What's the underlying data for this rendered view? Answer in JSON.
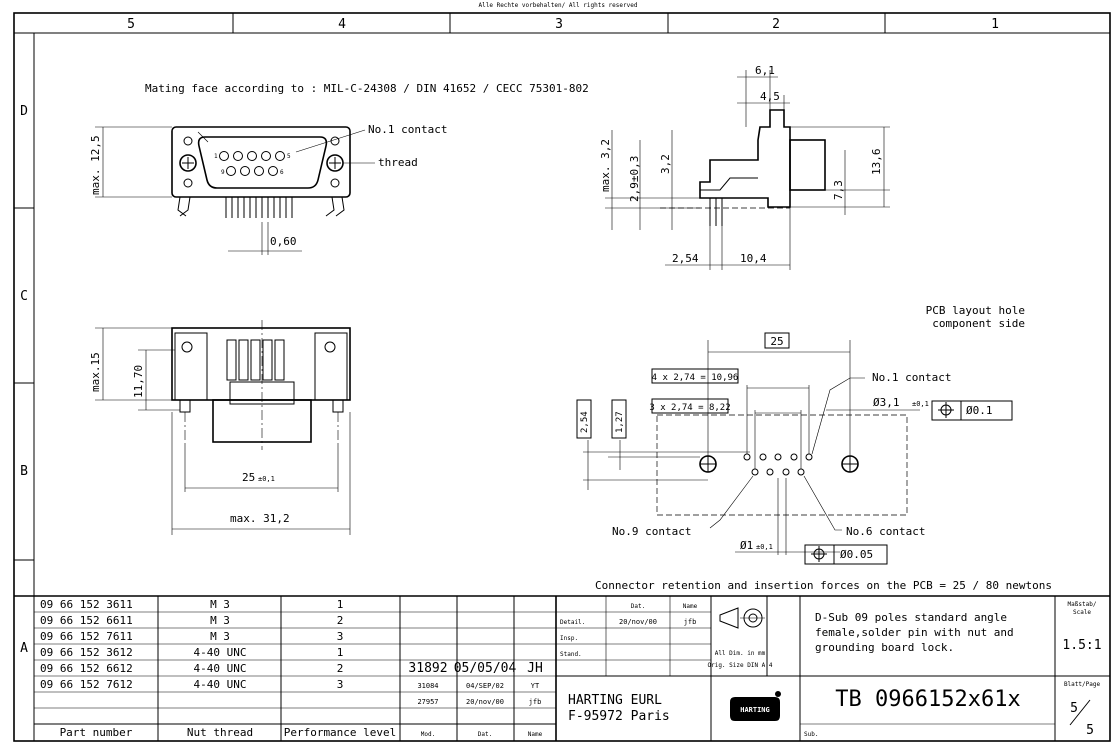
{
  "header": {
    "rights": "Alle Rechte vorbehalten/ All rights reserved",
    "zones_top": [
      "5",
      "4",
      "3",
      "2",
      "1"
    ],
    "zones_side": [
      "D",
      "C",
      "B",
      "A"
    ]
  },
  "annotations": {
    "mating_face": "Mating face according to : MIL-C-24308 / DIN 41652 / CECC 75301-802",
    "no1_contact_front": "No.1 contact",
    "thread": "thread",
    "pcb_layout": "PCB layout hole",
    "component_side": "component side",
    "no1_contact_pcb": "No.1 contact",
    "no9_contact": "No.9 contact",
    "no6_contact": "No.6 contact",
    "retention_note": "Connector retention and insertion forces on the PCB = 25 / 80 newtons",
    "pin_label_1": "1",
    "pin_label_5": "5",
    "pin_label_9": "9",
    "pin_label_6": "6"
  },
  "dimensions": {
    "max_12_5": "max. 12,5",
    "d_0_60": "0,60",
    "max_15": "max.15",
    "d_11_70": "11,70",
    "d_25_tol": "25",
    "tol_01": "±0,1",
    "max_31_2": "max. 31,2",
    "d_6_1": "6,1",
    "d_4_5": "4,5",
    "max_3_2": "max. 3,2",
    "d_2_9_tol": "2,9±0,3",
    "d_3_2": "3,2",
    "d_13_6": "13,6",
    "d_7_3": "7,3",
    "d_2_54": "2,54",
    "d_10_4": "10,4",
    "box_25": "25",
    "box_4x": "4 x 2,74 = 10,96",
    "box_3x": "3 x 2,74 = 8,22",
    "box_2_54": "2,54",
    "box_1_27": "1,27",
    "hole_3_1": "Ø3,1",
    "tol_hole": "±0,1",
    "pos_0_1": "Ø0.1",
    "hole_1": "Ø1",
    "pos_0_05": "Ø0.05"
  },
  "table": {
    "headers": [
      "Part number",
      "Nut thread",
      "Performance level"
    ],
    "rows": [
      [
        "09 66 152 3611",
        "M 3",
        "1"
      ],
      [
        "09 66 152 6611",
        "M 3",
        "2"
      ],
      [
        "09 66 152 7611",
        "M 3",
        "3"
      ],
      [
        "09 66 152 3612",
        "4-40 UNC",
        "1"
      ],
      [
        "09 66 152 6612",
        "4-40 UNC",
        "2"
      ],
      [
        "09 66 152 7612",
        "4-40 UNC",
        "3"
      ]
    ],
    "mod_headers": [
      "Mod.",
      "Dat.",
      "Name"
    ],
    "mods": [
      [
        "",
        "",
        ""
      ],
      [
        "",
        "",
        ""
      ],
      [
        "",
        "",
        ""
      ],
      [
        "31892",
        "05/05/04",
        "JH"
      ],
      [
        "31084",
        "04/SEP/02",
        "YT"
      ],
      [
        "27957",
        "20/nov/00",
        "jfb"
      ]
    ]
  },
  "titleblock": {
    "col_dat": "Dat.",
    "col_name": "Name",
    "row_detail": "Detail.",
    "row_insp": "Insp.",
    "row_stand": "Stand.",
    "detail_date": "20/nov/00",
    "detail_name": "jfb",
    "all_dim": "All Dim. in mm",
    "orig_size": "Orig. Size DIN A 4",
    "company_line1": "HARTING EURL",
    "company_line2": "F-95972 Paris",
    "logo_text": "HARTING",
    "description_1": "D-Sub 09 poles standard angle",
    "description_2": "female,solder pin with nut and",
    "description_3": "grounding board lock.",
    "scale_label": "Maßstab/",
    "scale_label_2": "Scale",
    "scale_value": "1.5:1",
    "drawing_number": "TB 0966152x61x",
    "sheet_label": "Blatt/Page",
    "sheet_num": "5",
    "sheet_total": "5",
    "sub_label": "Sub."
  }
}
